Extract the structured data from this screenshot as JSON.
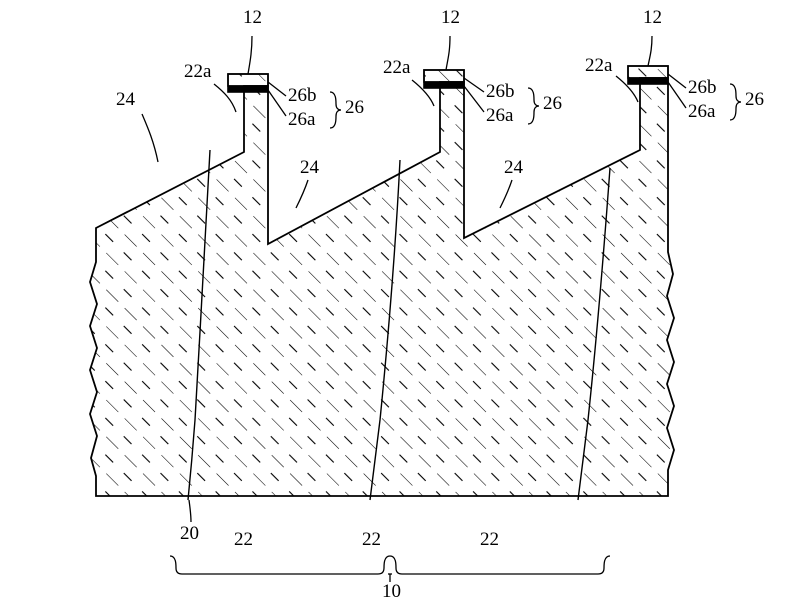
{
  "figure": {
    "type": "patent-cross-section-diagram",
    "description": "Cross-sectional hatched substrate with three electrode stacks",
    "background_color": "#ffffff",
    "line_color": "#000000",
    "hatch_color": "#000000",
    "electrode_fill": "#000000"
  },
  "labels": {
    "top_12": [
      "12",
      "12",
      "12"
    ],
    "a22a": [
      "22a",
      "22a",
      "22a"
    ],
    "b26b": [
      "26b",
      "26b",
      "26b"
    ],
    "a26a": [
      "26a",
      "26a",
      "26a"
    ],
    "group26": [
      "26",
      "26",
      "26"
    ],
    "n24_left": "24",
    "n24_mid": "24",
    "n24_right": "24",
    "n20": "20",
    "n22": [
      "22",
      "22",
      "22"
    ],
    "n10": "10"
  },
  "chart_data": {
    "type": "diagram",
    "title": "",
    "elements": [
      {
        "ref": "10",
        "role": "overall-assembly-bracket",
        "position": "bottom-center"
      },
      {
        "ref": "12",
        "role": "electrode-pad-top",
        "count": 3
      },
      {
        "ref": "20",
        "role": "substrate-body",
        "position": "bottom-left"
      },
      {
        "ref": "22",
        "role": "internal-boundary-line",
        "count": 3
      },
      {
        "ref": "22a",
        "role": "upper-tip-region",
        "count": 3
      },
      {
        "ref": "24",
        "role": "hatched-region",
        "count": 4
      },
      {
        "ref": "26",
        "role": "layer-stack-group",
        "count": 3
      },
      {
        "ref": "26a",
        "role": "lower-sublayer",
        "count": 3
      },
      {
        "ref": "26b",
        "role": "upper-sublayer",
        "count": 3
      }
    ]
  }
}
